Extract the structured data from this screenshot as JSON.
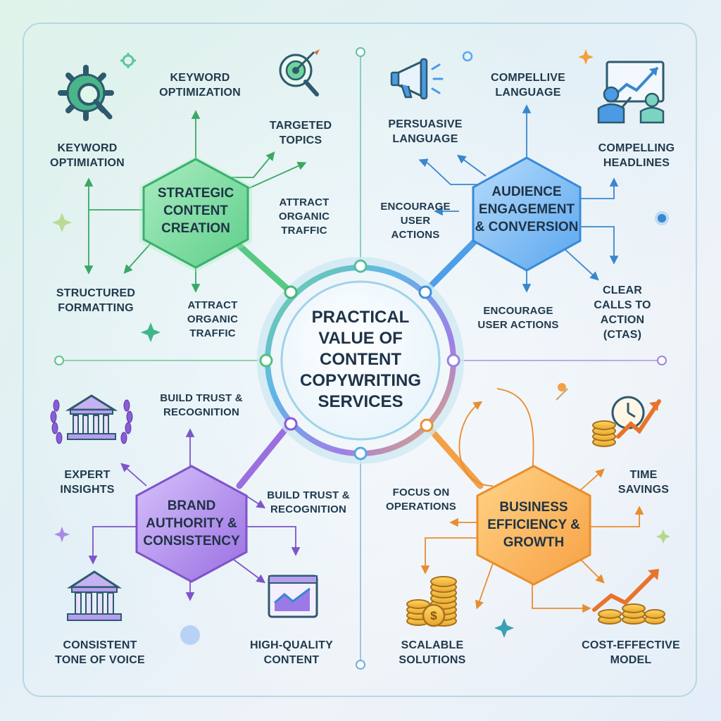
{
  "center": {
    "title": "PRACTICAL VALUE OF CONTENT COPYWRITING SERVICES"
  },
  "colors": {
    "green": "#35b86a",
    "blue": "#3a8fdc",
    "purple": "#8a5cd6",
    "orange": "#f29a3a",
    "text": "#213a4e",
    "ring": "#7fc7e6"
  },
  "quadrants": {
    "strategic": {
      "title": "STRATEGIC CONTENT CREATION",
      "labels": {
        "keyword_optimization_top": "KEYWORD OPTIMIZATION",
        "targeted_topics": "TARGETED TOPICS",
        "keyword_optimiation_left": "KEYWORD OPTIMIATION",
        "attract_organic_right": "ATTRACT ORGANIC TRAFFIC",
        "structured_formatting": "STRUCTURED FORMATTING",
        "attract_organic_bottom": "ATTRACT ORGANIC TRAFFIC"
      },
      "icons": [
        "gear-magnifier-icon",
        "target-arrow-icon",
        "small-gear-icon"
      ]
    },
    "audience": {
      "title": "AUDIENCE ENGAGEMENT & CONVERSION",
      "labels": {
        "compellive_language": "COMPELLIVE LANGUAGE",
        "persuasive_language": "PERSUASIVE LANGUAGE",
        "compelling_headlines": "COMPELLING HEADLINES",
        "encourage_user_actions_left": "ENCOURAGE USER ACTIONS",
        "encourage_user_actions_bottom": "ENCOURAGE USER ACTIONS",
        "clear_calls": "CLEAR CALLS TO ACTION (CTAs)"
      },
      "icons": [
        "megaphone-icon",
        "presentation-chart-icon"
      ]
    },
    "brand": {
      "title": "BRAND AUTHORITY & CONSISTENCY",
      "labels": {
        "build_trust_top": "BUILD TRUST & RECOGNITION",
        "expert_insights": "EXPERT INSIGHTS",
        "build_trust_right": "BUILD TRUST & RECOGNITION",
        "consistent_tone": "CONSISTENT TONE OF VOICE",
        "high_quality_content": "HIGH-QUALITY CONTENT"
      },
      "icons": [
        "laurel-building-icon",
        "building-icon",
        "browser-chart-icon"
      ]
    },
    "business": {
      "title": "BUSINESS EFFICIENCY & GROWTH",
      "labels": {
        "focus_on_operations": "FOCUS ON OPERATIONS",
        "time_savings": "TIME SAVINGS",
        "scalable_solutions": "SCALABLE SOLUTIONS",
        "cost_effective_model": "COST-EFFECTIVE MODEL"
      },
      "icons": [
        "clock-coins-arrow-icon",
        "coin-stack-dollar-icon",
        "coins-growth-arrow-icon"
      ]
    }
  }
}
